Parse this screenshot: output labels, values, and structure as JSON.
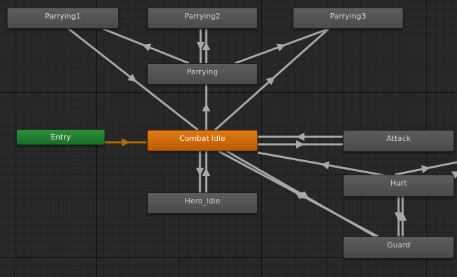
{
  "states": {
    "parrying1": "Parrying1",
    "parrying2": "Parrying2",
    "parrying3": "Parrying3",
    "parrying": "Parrying",
    "entry": "Entry",
    "combat_idle": "Combat Idle",
    "attack": "Attack",
    "hurt": "Hurt",
    "hero_idle": "Hero_Idle",
    "guard": "Guard"
  },
  "colors": {
    "background": "#282828",
    "state_node": "#525252",
    "entry_node": "#22803a",
    "default_state_node": "#d06e0c",
    "transition_line": "#a8a8a8",
    "entry_transition": "#b06a08"
  }
}
